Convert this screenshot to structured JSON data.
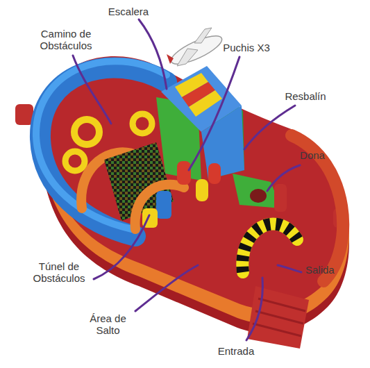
{
  "diagram": {
    "labels": [
      "Escalera",
      "Camino de Obstáculos",
      "Puchis X3",
      "Resbalín",
      "Dona",
      "Túnel de Obstáculos",
      "Salida",
      "Área de Salto",
      "Entrada"
    ]
  }
}
